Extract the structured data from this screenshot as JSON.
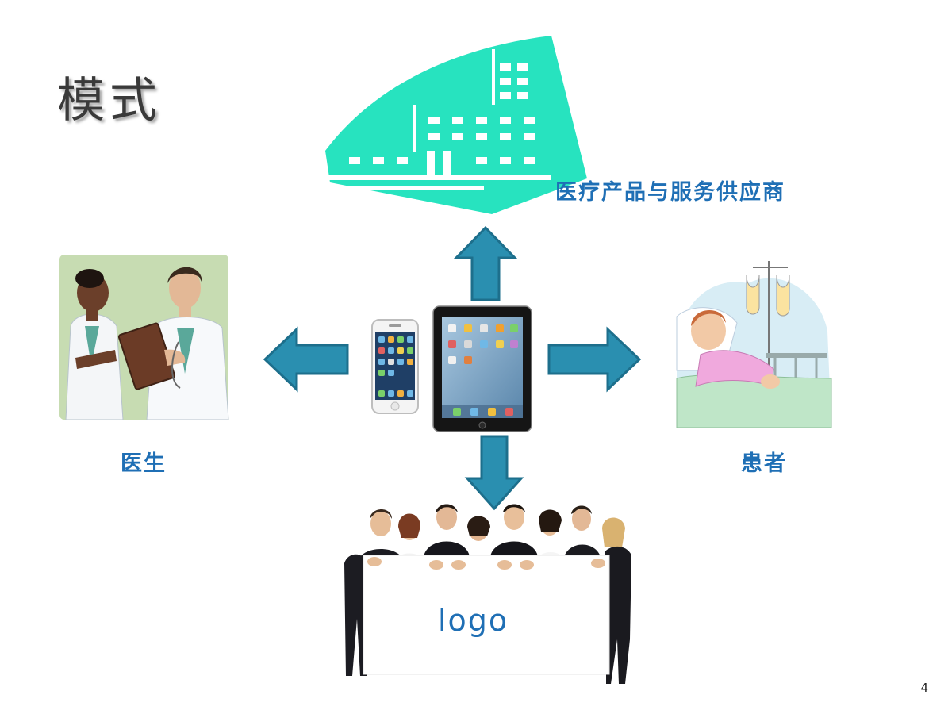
{
  "slide": {
    "title": "模式",
    "page_number": "4"
  },
  "nodes": {
    "provider": "医疗产品与服务供应商",
    "doctor": "医生",
    "patient": "患者",
    "logo_board": "logo"
  },
  "colors": {
    "arrow_fill": "#2a8fb0",
    "arrow_stroke": "#1d6f8c",
    "hospital": "#27e3bf",
    "label_blue": "#1f6fb5"
  },
  "icons": [
    "hospital-icon",
    "doctors-image",
    "patient-image",
    "smartphone-icon",
    "tablet-icon",
    "business-people-image"
  ]
}
